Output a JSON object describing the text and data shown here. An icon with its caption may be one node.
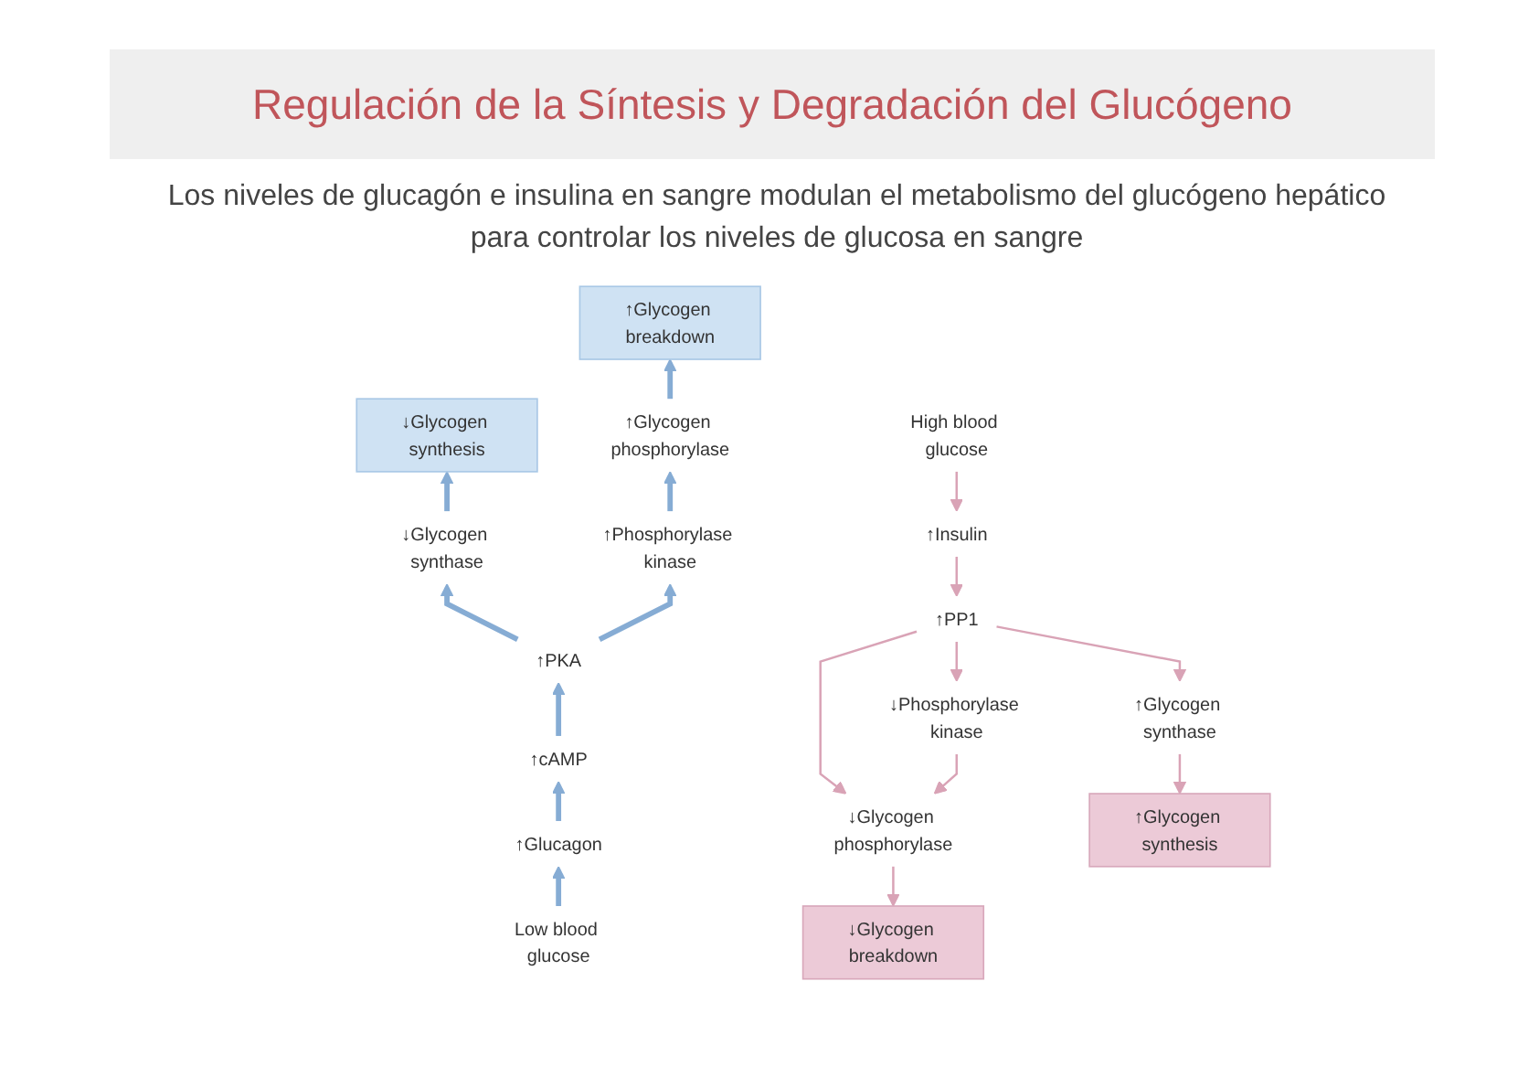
{
  "diagram": {
    "title": "Regulación de la Síntesis y Degradación del Glucógeno",
    "nodes": [
      {
        "text": [
          "↑Glycogen breakdown"
        ]
      },
      {
        "text": [
          "↓Glycogen synthesis"
        ]
      },
      {
        "text": [
          "↑Glycogen phosphorylase"
        ]
      },
      {
        "text": [
          "↓Glycogen synthase"
        ]
      },
      {
        "text": [
          "↑Phosphorylase kinase"
        ]
      },
      {
        "text": [
          "↑PKA"
        ]
      },
      {
        "text": [
          "↑cAMP"
        ]
      },
      {
        "text": [
          "↑Glucagon"
        ]
      },
      {
        "text": [
          "Low blood glucose"
        ]
      },
      {
        "text": [
          "High blood glucose"
        ]
      },
      {
        "text": [
          "↑Insulin"
        ]
      },
      {
        "text": [
          "↑PP1"
        ]
      },
      {
        "text": [
          "↓Phosphorylase kinase"
        ]
      },
      {
        "text": [
          "↓Glycogen phosphorylase"
        ]
      },
      {
        "text": [
          "↑Glycogen synthase"
        ]
      },
      {
        "text": [
          "↓Glycogen breakdown"
        ]
      },
      {
        "text": [
          "↑Glycogen synthesis"
        ]
      }
    ],
    "edges": [
      {
        "from": 8,
        "to": 7,
        "arrow": "to",
        "style": "thick",
        "color": "#86acd4"
      },
      {
        "from": 7,
        "to": 6,
        "arrow": "to",
        "style": "thick",
        "color": "#86acd4"
      },
      {
        "from": 6,
        "to": 5,
        "arrow": "to",
        "style": "thick",
        "color": "#86acd4"
      },
      {
        "from": 5,
        "to": 4,
        "arrow": "to",
        "style": "thick",
        "color": "#86acd4"
      },
      {
        "from": 5,
        "to": 3,
        "arrow": "to",
        "style": "thick",
        "color": "#86acd4"
      },
      {
        "from": 4,
        "to": 2,
        "arrow": "to",
        "style": "thick",
        "color": "#86acd4"
      },
      {
        "from": 2,
        "to": 0,
        "arrow": "to",
        "style": "thick",
        "color": "#86acd4"
      },
      {
        "from": 3,
        "to": 1,
        "arrow": "to",
        "style": "thick",
        "color": "#86acd4"
      },
      {
        "from": 9,
        "to": 10,
        "arrow": "to",
        "color": "#d9a3b6"
      },
      {
        "from": 10,
        "to": 11,
        "arrow": "to",
        "color": "#d9a3b6"
      },
      {
        "from": 11,
        "to": 12,
        "arrow": "to",
        "color": "#d9a3b6"
      },
      {
        "from": 11,
        "to": 13,
        "arrow": "to",
        "color": "#d9a3b6"
      },
      {
        "from": 11,
        "to": 14,
        "arrow": "to",
        "color": "#d9a3b6"
      },
      {
        "from": 12,
        "to": 13,
        "arrow": "to",
        "color": "#d9a3b6"
      },
      {
        "from": 13,
        "to": 15,
        "arrow": "to",
        "color": "#d9a3b6"
      },
      {
        "from": 14,
        "to": 16,
        "arrow": "to",
        "color": "#d9a3b6"
      }
    ],
    "labels": [
      "Los niveles de glucagón e insulina en sangre modulan el metabolismo del glucógeno hepático para controlar los niveles de glucosa en sangre"
    ]
  }
}
